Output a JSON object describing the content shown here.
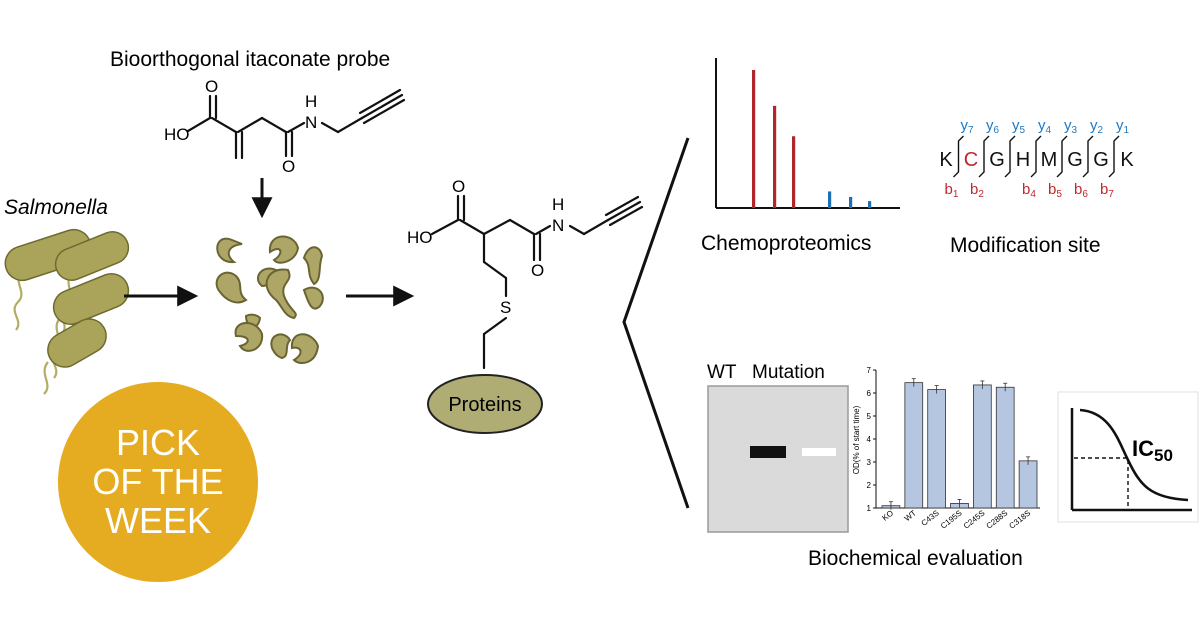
{
  "probe": {
    "title": "Bioorthogonal itaconate probe",
    "ho": "HO",
    "o_top": "O",
    "o_bottom": "O",
    "n": "N",
    "h": "H"
  },
  "organism": "Salmonella",
  "adduct": {
    "ho": "HO",
    "o_top": "O",
    "o_bottom": "O",
    "n": "N",
    "h": "H",
    "s": "S",
    "proteins": "Proteins"
  },
  "badge": {
    "lines": [
      "PICK",
      "OF THE",
      "WEEK"
    ],
    "color": "#e6ac21"
  },
  "chemoproteomics": {
    "label": "Chemoproteomics",
    "chart_data": {
      "type": "bar",
      "series": [
        {
          "color": "#b0262b",
          "values": [
            1.0,
            0.74,
            0.52
          ]
        },
        {
          "color": "#1f6fb5",
          "values": [
            0.12,
            0.08,
            0.05
          ]
        }
      ]
    }
  },
  "modification": {
    "label": "Modification site",
    "residues": [
      "K",
      "C",
      "G",
      "H",
      "M",
      "G",
      "G",
      "K"
    ],
    "modified_index": 1,
    "y_ions": [
      {
        "y": "y",
        "n": "7"
      },
      {
        "y": "y",
        "n": "6"
      },
      {
        "y": "y",
        "n": "5"
      },
      {
        "y": "y",
        "n": "4"
      },
      {
        "y": "y",
        "n": "3"
      },
      {
        "y": "y",
        "n": "2"
      },
      {
        "y": "y",
        "n": "1"
      }
    ],
    "b_ions": [
      {
        "b": "b",
        "n": "1"
      },
      {
        "b": "b",
        "n": "2"
      },
      {
        "b": "b",
        "n": "4"
      },
      {
        "b": "b",
        "n": "5"
      },
      {
        "b": "b",
        "n": "6"
      },
      {
        "b": "b",
        "n": "7"
      }
    ],
    "colors": {
      "y": "#1f78c1",
      "b": "#c1272d",
      "modified": "#c1272d"
    }
  },
  "gel": {
    "wt": "WT",
    "mutation": "Mutation"
  },
  "biochem_chart": {
    "chart_data": {
      "type": "bar",
      "ylabel": "OD(% of start time)",
      "ylim": [
        1,
        7
      ],
      "yticks": [
        "1",
        "2",
        "3",
        "4",
        "5",
        "6",
        "7"
      ],
      "categories": [
        "KO",
        "WT",
        "C43S",
        "C195S",
        "C245S",
        "C288S",
        "C318S"
      ],
      "values": [
        1.1,
        6.45,
        6.15,
        1.2,
        6.35,
        6.25,
        3.05
      ]
    }
  },
  "ic50": {
    "label": "IC",
    "sub": "50"
  },
  "biochem_label": "Biochemical evaluation"
}
